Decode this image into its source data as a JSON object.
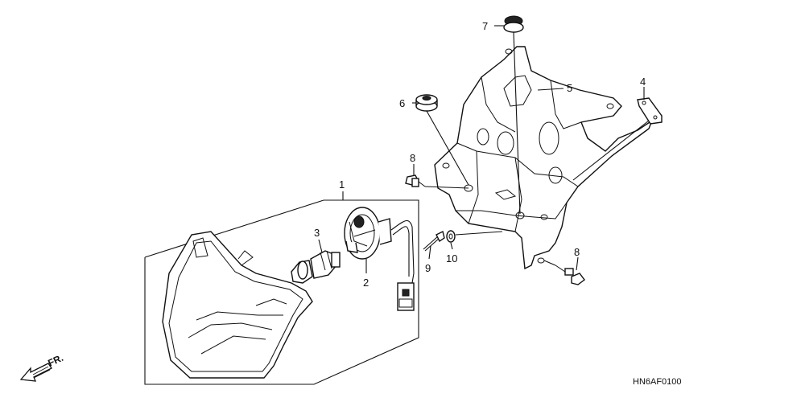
{
  "diagram": {
    "callouts": [
      {
        "id": "1",
        "label": "1"
      },
      {
        "id": "2",
        "label": "2"
      },
      {
        "id": "3",
        "label": "3"
      },
      {
        "id": "4",
        "label": "4"
      },
      {
        "id": "5",
        "label": "5"
      },
      {
        "id": "6",
        "label": "6"
      },
      {
        "id": "7",
        "label": "7"
      },
      {
        "id": "8a",
        "label": "8"
      },
      {
        "id": "8b",
        "label": "8"
      },
      {
        "id": "9",
        "label": "9"
      },
      {
        "id": "10",
        "label": "10"
      }
    ],
    "direction_label": "FR.",
    "diagram_code": "HN6AF0100"
  }
}
